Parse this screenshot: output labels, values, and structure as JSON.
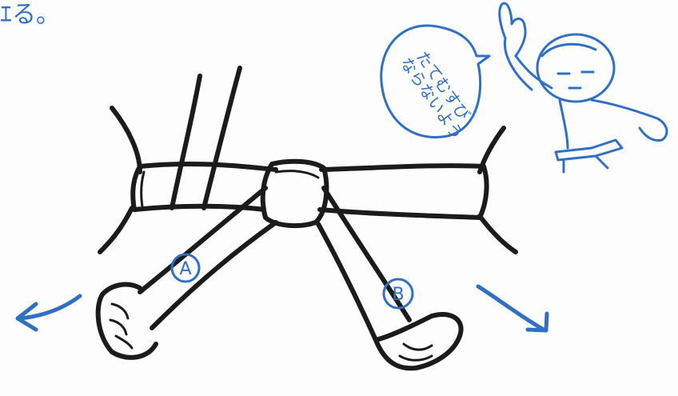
{
  "corner_note": "ｴる。",
  "speech": {
    "line1": "たてむすび",
    "line2": "ならないよう"
  },
  "labels": {
    "a": "A",
    "b": "B"
  },
  "colors": {
    "ink": "#1b1b1b",
    "blue": "#2f6fc4",
    "paper": "#fdfdfd"
  }
}
